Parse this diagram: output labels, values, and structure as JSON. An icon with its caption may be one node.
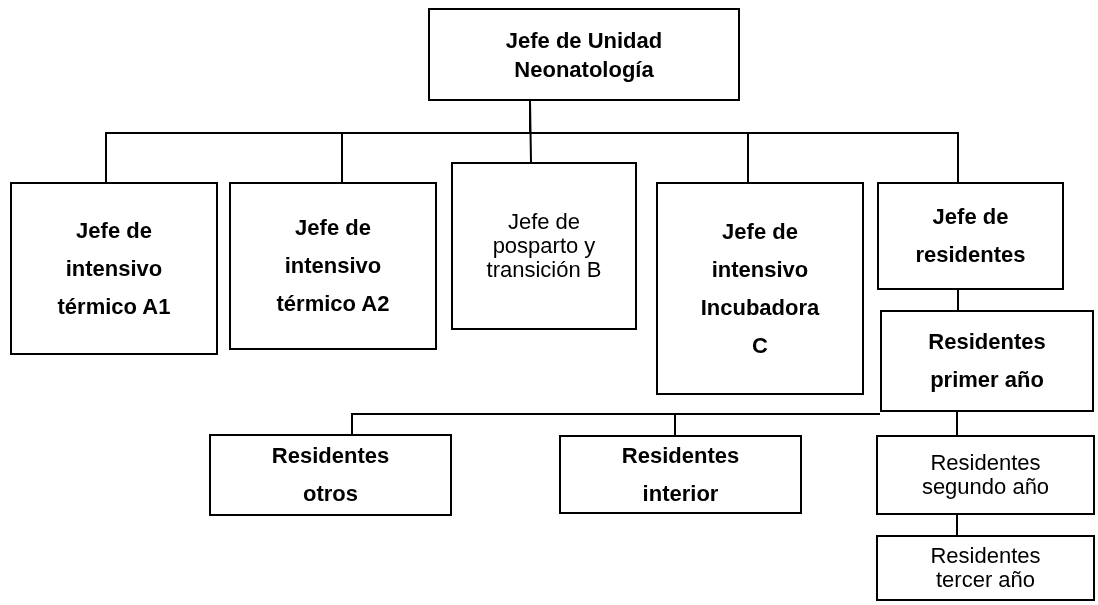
{
  "diagram": {
    "nodes": [
      {
        "text": [
          "Jefe de Unidad Neonatología"
        ]
      },
      {
        "text": [
          "Jefe de intensivo térmico A1"
        ]
      },
      {
        "text": [
          "Jefe de intensivo térmico A2"
        ]
      },
      {
        "text": [
          "Jefe de posparto y transición B"
        ]
      },
      {
        "text": [
          "Jefe de intensivo Incubadora C"
        ]
      },
      {
        "text": [
          "Jefe de residentes"
        ]
      },
      {
        "text": [
          "Residentes primer año"
        ]
      },
      {
        "text": [
          "Residentes otros"
        ]
      },
      {
        "text": [
          "Residentes interior"
        ]
      },
      {
        "text": [
          "Residentes segundo año"
        ]
      },
      {
        "text": [
          "Residentes tercer año"
        ]
      }
    ],
    "edges": [
      {
        "from": 0,
        "to": 1,
        "arrow": "none"
      },
      {
        "from": 0,
        "to": 2,
        "arrow": "none"
      },
      {
        "from": 0,
        "to": 3,
        "arrow": "none"
      },
      {
        "from": 0,
        "to": 4,
        "arrow": "none"
      },
      {
        "from": 0,
        "to": 5,
        "arrow": "none"
      },
      {
        "from": 5,
        "to": 6,
        "arrow": "none"
      },
      {
        "from": 6,
        "to": 7,
        "arrow": "none"
      },
      {
        "from": 6,
        "to": 8,
        "arrow": "none"
      },
      {
        "from": 6,
        "to": 9,
        "arrow": "none"
      },
      {
        "from": 9,
        "to": 10,
        "arrow": "none"
      }
    ]
  }
}
